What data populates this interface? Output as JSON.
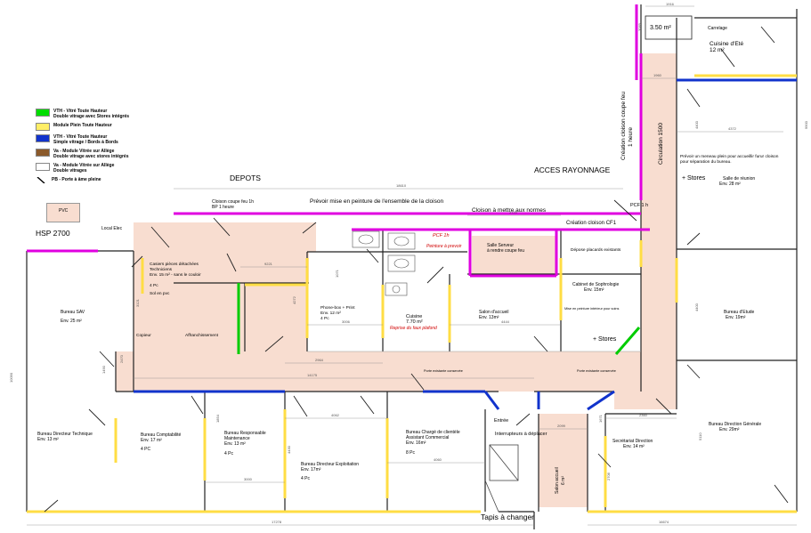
{
  "legend": [
    {
      "title": "VTH - Vitré Toute Hauteur",
      "sub": "Double vitrage avec Stores intégrés",
      "color": "#00dd00"
    },
    {
      "title": "Module Plein Toute Hauteur",
      "sub": "",
      "color": "#ffee66"
    },
    {
      "title": "VTH - Vitré Toute Hauteur",
      "sub": "Simple vitrage / Bords à Bords",
      "color": "#1133cc"
    },
    {
      "title": "Va - Module Vitrée sur Allège",
      "sub": "Double vitrage avec stores intégrés",
      "color": "#8b5a2b"
    },
    {
      "title": "Va - Module Vitrée sur Allège",
      "sub": "Double vitrages",
      "color": "#ffffff"
    },
    {
      "title": "PB - Porte à âme pleine",
      "sub": "",
      "color": ""
    }
  ],
  "pvc_label": "PVC",
  "labels": {
    "hsp": "HSP 2700",
    "depots": "DEPOTS",
    "acces": "ACCES RAYONNAGE",
    "peinture": "Prévoir mise en peinture de l'ensemble de la cloison",
    "cloison_normes": "Cloison à mettre aux normes",
    "creation_cf1": "Création cloison CF1",
    "cloison_cf_1": "Cloison coupe feu 1h",
    "cloison_cf_2": "BP 1 heure",
    "creation_cf_1": "Création cloison coupe feu",
    "creation_cf_2": "1 heure",
    "circulation": "Circulation 1500",
    "pcf_1": "PCF 1h",
    "pcf_2": "PCF 1 h",
    "local_elec": "Local Elec",
    "surface_top": "3.50 m²",
    "carrelage": "Carrelage",
    "cuisine_ete_1": "Cuisine d'Eté",
    "cuisine_ete_2": "12 m²",
    "meneau_1": "Prévoir un meneau plein pour accueillir furur cloison",
    "meneau_2": "pour séparation du bureau.",
    "stores_1": "+ Stores",
    "stores_2": "+ Stores",
    "salle_reunion_1": "Salle de réunion",
    "salle_reunion_2": "Env. 28 m²",
    "casiers_1": "Casiers pièces détachées",
    "casiers_2": "Techniciens",
    "casiers_3": "Env. 15 m² - sans le couloir",
    "casiers_4": "4 Pc",
    "casiers_5": "Sol en pvc",
    "copieur": "Copieur",
    "affranchissement": "Affranchissement",
    "phone_1": "Phone-box + Print",
    "phone_2": "Env. 12 m²",
    "phone_3": "4 Pc",
    "cuisine_1": "Cuisine",
    "cuisine_2": "7.70 m²",
    "reprise": "Reprise du faux plafond",
    "peinture_prevoir": "Peinture à prevoir",
    "salle_serveur_1": "Salle Serveur",
    "salle_serveur_2": "à rendre coupe feu",
    "depose": "Dépose placards existants",
    "salon_accueil_1": "Salon d'accueil",
    "salon_accueil_2": "Env. 13m²",
    "sophro_1": "Cabinet de Sophrologie",
    "sophro_2": "Env. 15m²",
    "sophro_note": "Mise en peinture intérieur pour soins",
    "porte_1": "Porte existante conservée",
    "porte_2": "Porte existante conservée",
    "bureau_sav_1": "Bureau SAV",
    "bureau_sav_2": "Env. 25 m²",
    "bureau_etude_1": "Bureau d'Etude",
    "bureau_etude_2": "Env. 19m²",
    "dir_tech_1": "Bureau Directeur Technique",
    "dir_tech_2": "Env. 13 m²",
    "compta_1": "Bureau Comptabilité",
    "compta_2": "Env. 17 m²",
    "compta_3": "4 PC",
    "maint_1": "Bureau Responsable",
    "maint_2": "Maintenance",
    "maint_3": "Env. 13 m²",
    "maint_4": "4 Pc",
    "exploit_1": "Bureau Directeur Exploitation",
    "exploit_2": "Env. 17m²",
    "exploit_3": "4 Pc",
    "charge_1": "Bureau Chargé de clientèle",
    "charge_2": "Assistant Commercial",
    "charge_3": "Env. 16m²",
    "charge_4": "8 Pc",
    "entree": "Entrée",
    "interrupteurs": "Interrupteurs à déplacer",
    "salon_acc_v_1": "Salon accueil",
    "salon_acc_v_2": "6 m²",
    "secretariat_1": "Secrétariat Direction",
    "secretariat_2": "Env. 14 m²",
    "dir_gen_1": "Bureau Direction Générale",
    "dir_gen_2": "Env. 29m²",
    "tapis": "Tapis à changer"
  },
  "dims": {
    "d1": "18610",
    "d2": "3720",
    "d3": "9221",
    "d4": "3006",
    "d5": "2964",
    "d6": "14175",
    "d7": "4372",
    "d8": "4444",
    "d9": "3000",
    "d10": "4062",
    "d11": "4060",
    "d12": "2360",
    "d13": "2099",
    "d14": "17278",
    "d15": "16674",
    "d16": "1916",
    "d17": "1960",
    "d18": "3069",
    "d19": "4400",
    "d20": "4430",
    "d21": "5110",
    "d22": "1671",
    "d23": "2706",
    "d24": "2470",
    "d25": "3121",
    "d26": "1490",
    "d27": "4272",
    "d28": "4400",
    "d29": "1071",
    "d30": "1854",
    "d31": "10090",
    "d32": "9900"
  }
}
